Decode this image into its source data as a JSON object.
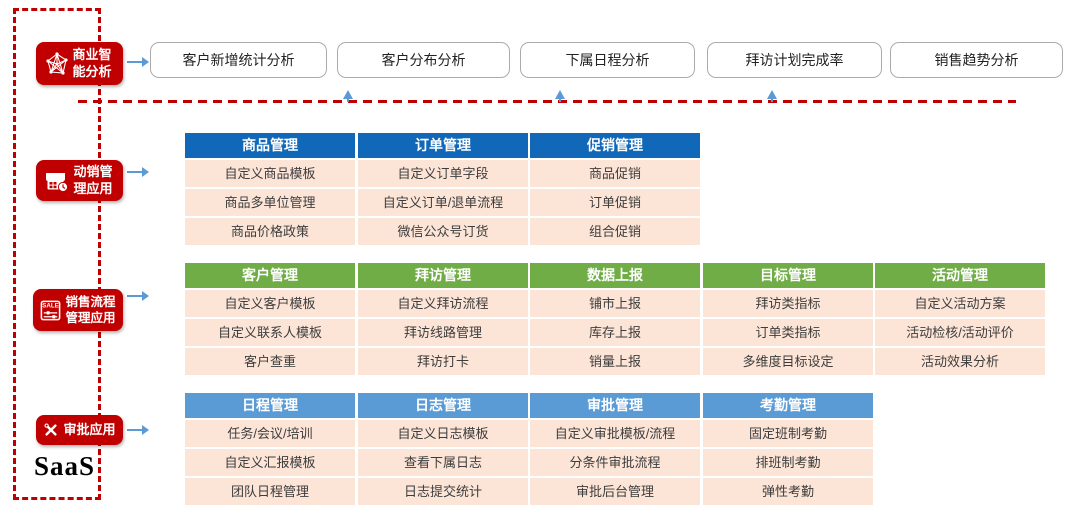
{
  "diagram": {
    "saas_label": "SaaS",
    "colors": {
      "accent_red": "#c00000",
      "blue_header": "#1268b8",
      "green_header": "#70ad47",
      "light_blue_header": "#5b9bd5",
      "row_bg": "#fce4d6",
      "arrow_blue": "#5b9bd5"
    },
    "bi": {
      "label": "商业智能分析",
      "icon": "network-icon",
      "boxes": [
        "客户新增统计分析",
        "客户分布分析",
        "下属日程分析",
        "拜访计划完成率",
        "销售趋势分析"
      ]
    },
    "groups": [
      {
        "label": "动销管理应用",
        "icon": "store-icon",
        "header_color": "#1268b8",
        "tables": [
          {
            "header": "商品管理",
            "rows": [
              "自定义商品模板",
              "商品多单位管理",
              "商品价格政策"
            ]
          },
          {
            "header": "订单管理",
            "rows": [
              "自定义订单字段",
              "自定义订单/退单流程",
              "微信公众号订货"
            ]
          },
          {
            "header": "促销管理",
            "rows": [
              "商品促销",
              "订单促销",
              "组合促销"
            ]
          }
        ]
      },
      {
        "label": "销售流程管理应用",
        "icon": "sale-tag-icon",
        "header_color": "#70ad47",
        "tables": [
          {
            "header": "客户管理",
            "rows": [
              "自定义客户模板",
              "自定义联系人模板",
              "客户查重"
            ]
          },
          {
            "header": "拜访管理",
            "rows": [
              "自定义拜访流程",
              "拜访线路管理",
              "拜访打卡"
            ]
          },
          {
            "header": "数据上报",
            "rows": [
              "铺市上报",
              "库存上报",
              "销量上报"
            ]
          },
          {
            "header": "目标管理",
            "rows": [
              "拜访类指标",
              "订单类指标",
              "多维度目标设定"
            ]
          },
          {
            "header": "活动管理",
            "rows": [
              "自定义活动方案",
              "活动检核/活动评价",
              "活动效果分析"
            ]
          }
        ]
      },
      {
        "label": "审批应用",
        "icon": "tools-icon",
        "header_color": "#5b9bd5",
        "tables": [
          {
            "header": "日程管理",
            "rows": [
              "任务/会议/培训",
              "自定义汇报模板",
              "团队日程管理"
            ]
          },
          {
            "header": "日志管理",
            "rows": [
              "自定义日志模板",
              "查看下属日志",
              "日志提交统计"
            ]
          },
          {
            "header": "审批管理",
            "rows": [
              "自定义审批模板/流程",
              "分条件审批流程",
              "审批后台管理"
            ]
          },
          {
            "header": "考勤管理",
            "rows": [
              "固定班制考勤",
              "排班制考勤",
              "弹性考勤"
            ]
          }
        ]
      }
    ]
  }
}
